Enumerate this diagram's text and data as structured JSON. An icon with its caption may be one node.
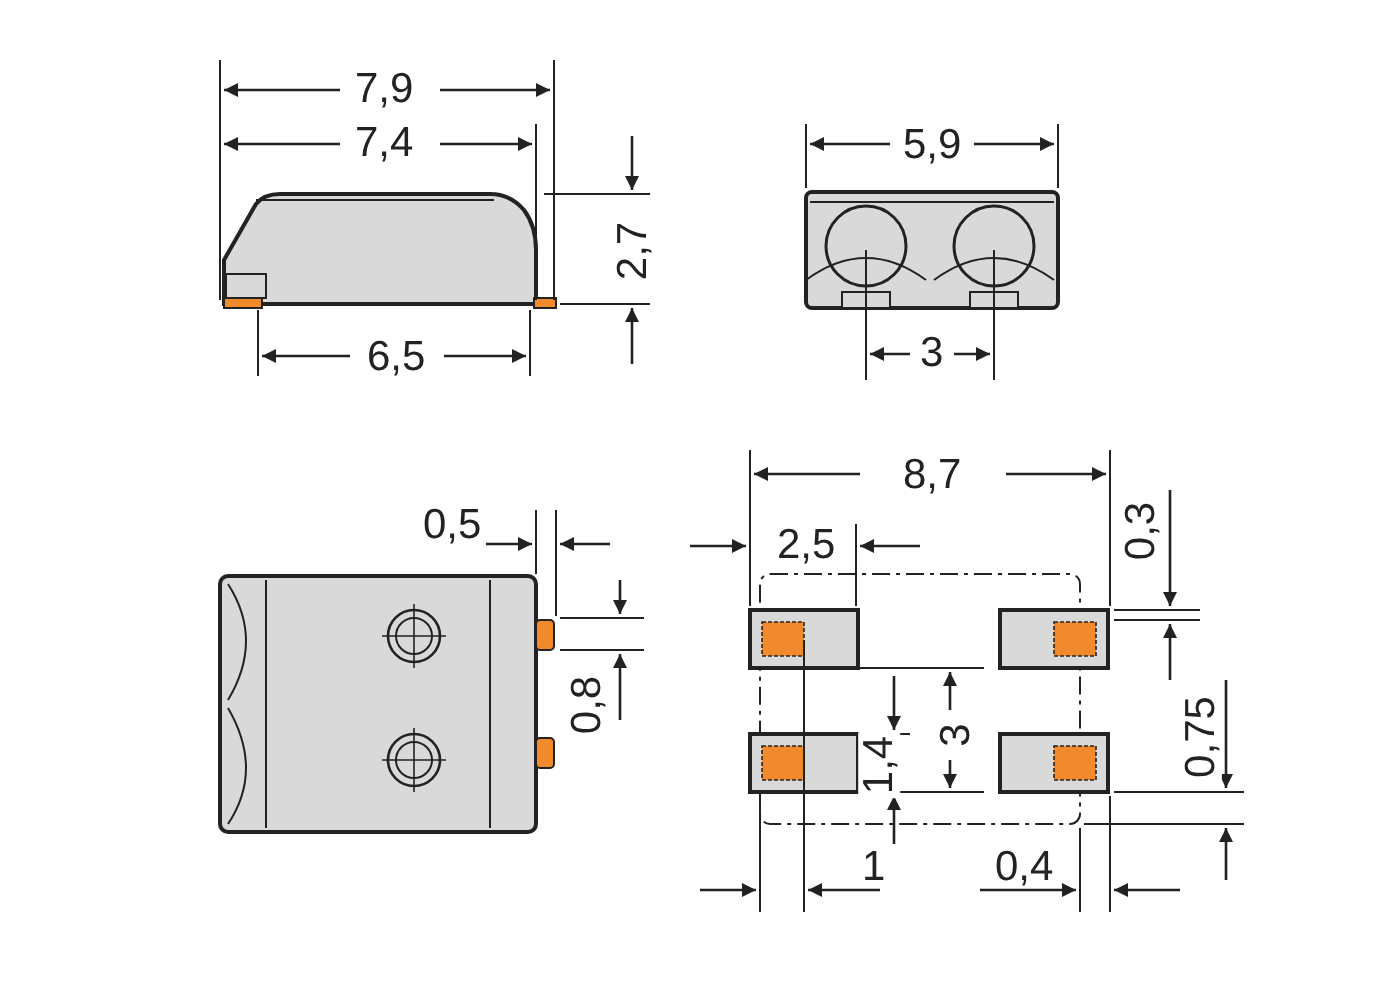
{
  "diagram": {
    "labels": [
      "7,9",
      "7,4",
      "5,9",
      "2,7",
      "6,5",
      "3",
      "8,7",
      "0,5",
      "2,5",
      "0,3",
      "0,8",
      "1,4",
      "3",
      "0,75",
      "1",
      "0,4"
    ]
  }
}
